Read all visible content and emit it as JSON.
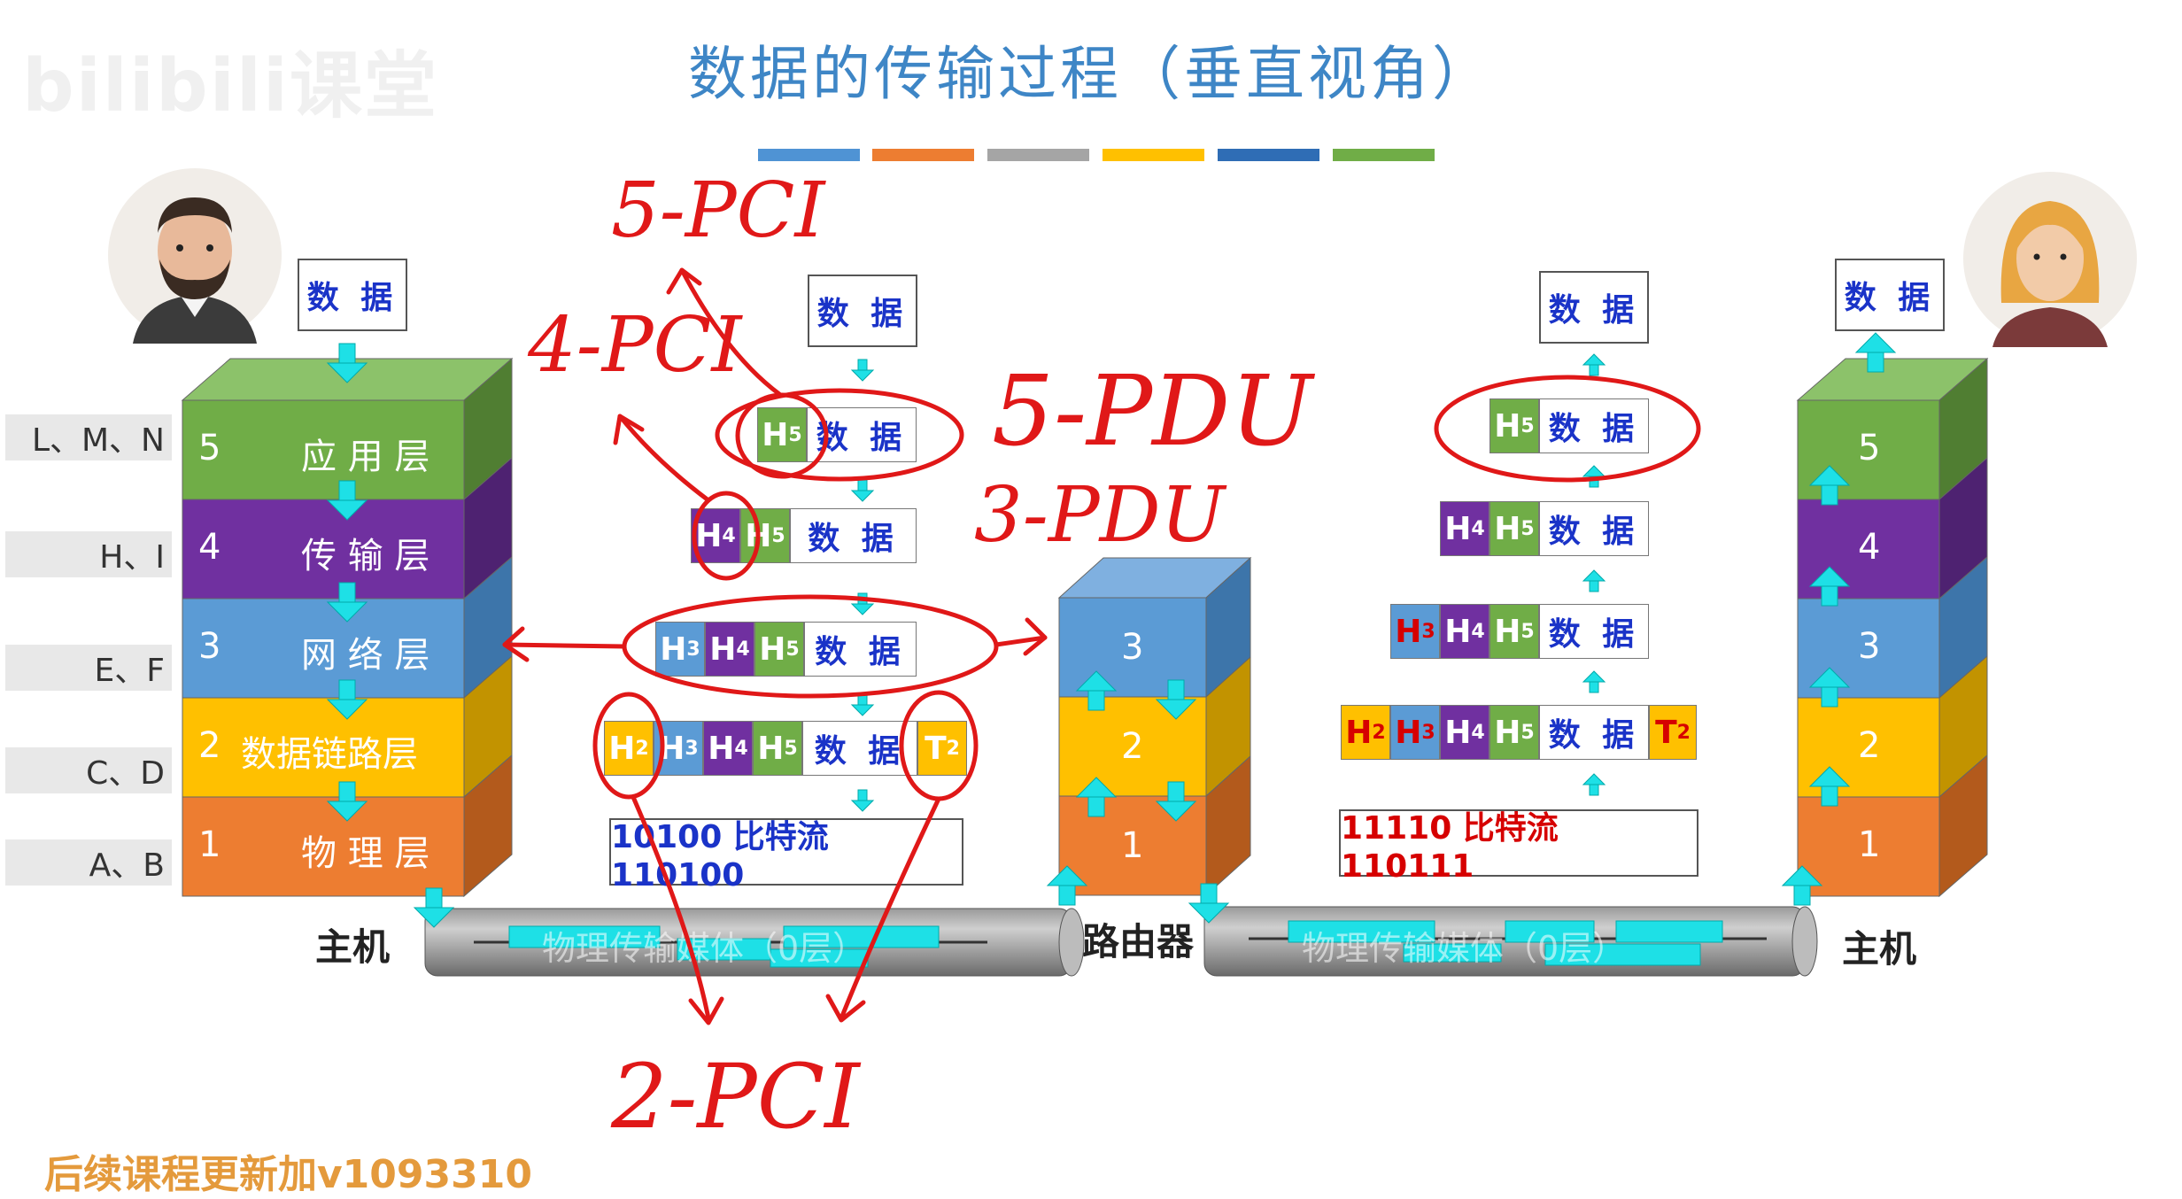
{
  "title": "数据的传输过程（垂直视角）",
  "watermark": "bilibili课堂",
  "color_bar": [
    "#4f93d4",
    "#ed7d31",
    "#a5a5a5",
    "#ffc000",
    "#2f6db5",
    "#70ad47"
  ],
  "side_labels": [
    "L、M、N",
    "H、I",
    "E、F",
    "C、D",
    "A、B"
  ],
  "left_stack": {
    "layers": [
      {
        "num": "5",
        "name": "应 用 层"
      },
      {
        "num": "4",
        "name": "传 输 层"
      },
      {
        "num": "3",
        "name": "网 络 层"
      },
      {
        "num": "2",
        "name": "数据链路层"
      },
      {
        "num": "1",
        "name": "物 理 层"
      }
    ],
    "caption": "主机"
  },
  "router": {
    "layers": [
      "3",
      "2",
      "1"
    ],
    "caption": "路由器"
  },
  "right_stack": {
    "layers": [
      "5",
      "4",
      "3",
      "2",
      "1"
    ],
    "caption": "主机"
  },
  "data_label": "数 据",
  "header_labels": {
    "h5": "H",
    "h4": "H",
    "h3": "H",
    "h2": "H",
    "t2": "T",
    "sub5": "5",
    "sub4": "4",
    "sub3": "3",
    "sub2": "2"
  },
  "left_bits": "10100 比特流 110100",
  "right_bits": "11110 比特流 110111",
  "medium_label": "物理传输媒体（0层）",
  "annotations": [
    "5-PCI",
    "4-PCI",
    "5-PDU",
    "3-PDU",
    "2-PCI"
  ],
  "footer": "后续课程更新加v1093310"
}
